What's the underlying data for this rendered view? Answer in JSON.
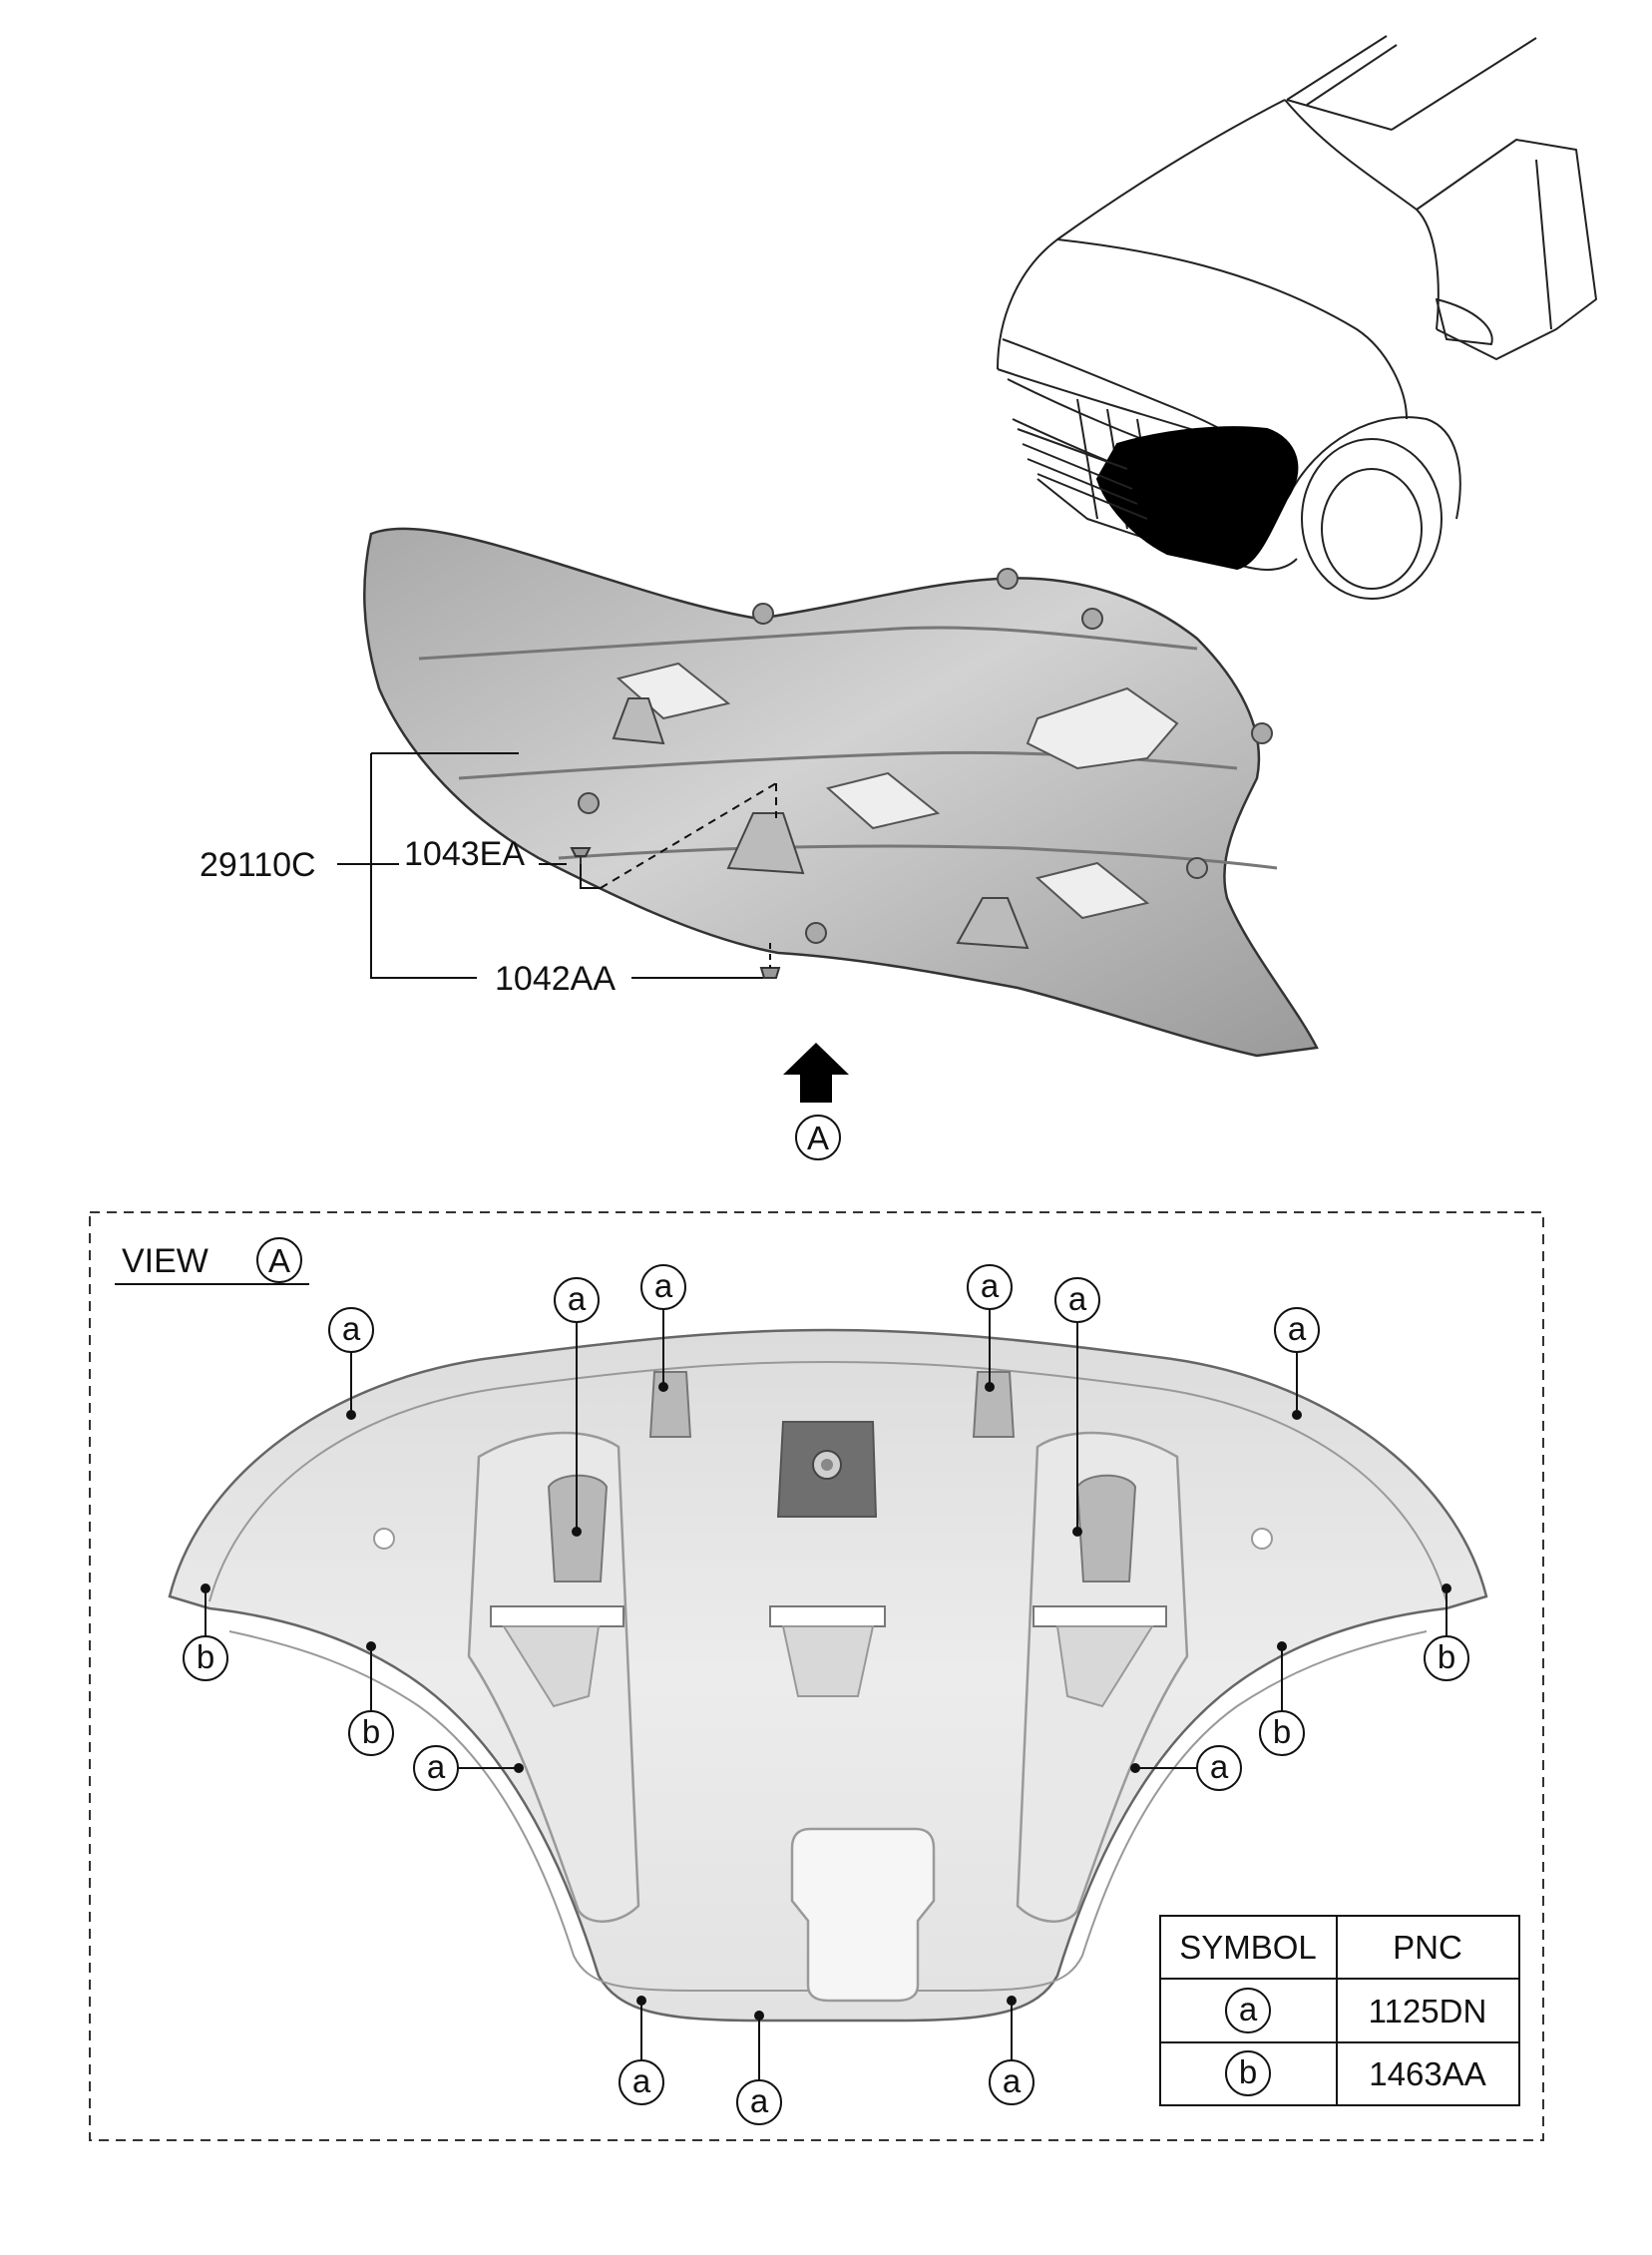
{
  "parts": {
    "assembly": "29110C",
    "clip": "1043EA",
    "screw": "1042AA"
  },
  "view": {
    "arrow_letter": "A",
    "label": "VIEW",
    "letter": "A"
  },
  "callouts": {
    "a": "a",
    "b": "b"
  },
  "table": {
    "headers": [
      "SYMBOL",
      "PNC"
    ],
    "rows": [
      {
        "symbol": "a",
        "pnc": "1125DN"
      },
      {
        "symbol": "b",
        "pnc": "1463AA"
      }
    ]
  },
  "colors": {
    "line": "#111111",
    "panel_fill_top": "#c8c8c8",
    "panel_fill_view": "#e6e6e6",
    "highlight": "#000000"
  }
}
